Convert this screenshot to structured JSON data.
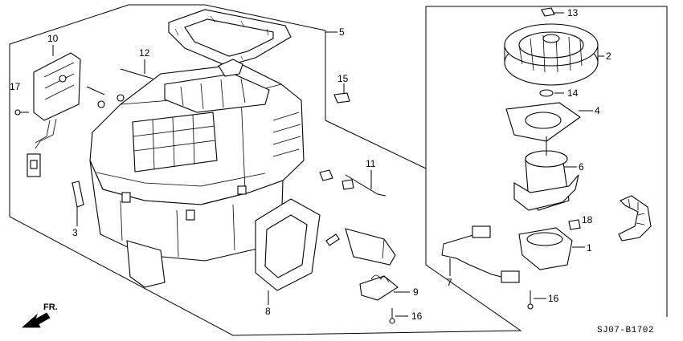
{
  "diagram": {
    "code": "SJ07-B1702",
    "direction_label": "FR.",
    "callouts": {
      "c1": "1",
      "c2": "2",
      "c3": "3",
      "c4": "4",
      "c5": "5",
      "c6": "6",
      "c7": "7",
      "c8": "8",
      "c9": "9",
      "c10": "10",
      "c11": "11",
      "c12": "12",
      "c13": "13",
      "c14": "14",
      "c15": "15",
      "c16a": "16",
      "c16b": "16",
      "c17": "17",
      "c18": "18"
    }
  }
}
